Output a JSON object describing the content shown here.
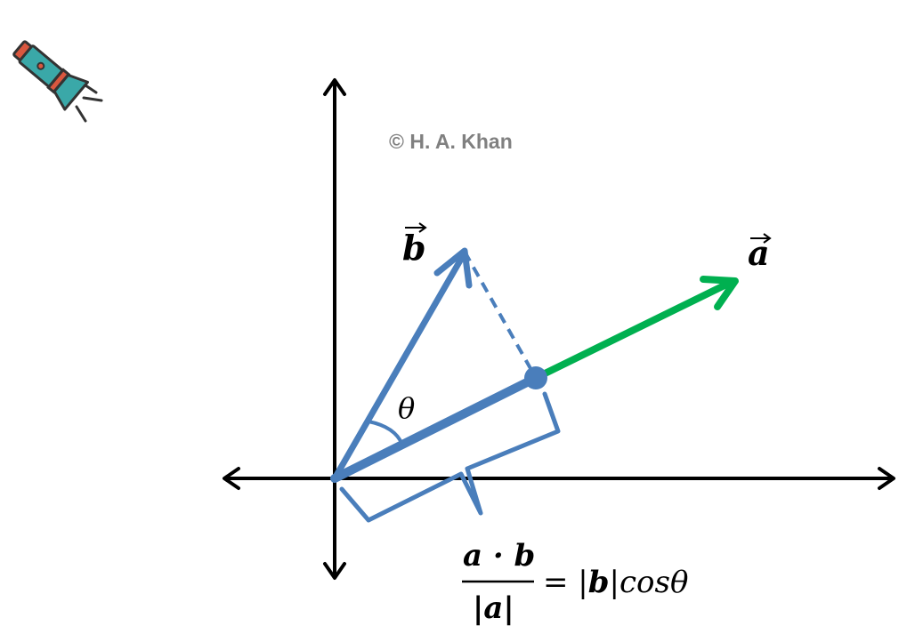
{
  "copyright": "© H. A. Khan",
  "vector_b_label": "b",
  "vector_a_label": "a",
  "angle_label": "θ",
  "formula": {
    "numerator": "a · b",
    "denominator": "|a|",
    "rhs_prefix": "= |",
    "rhs_bold": "b",
    "rhs_suffix": "|cosθ"
  },
  "colors": {
    "axes": "#000000",
    "vector_b": "#4a7ebb",
    "vector_a": "#00b050",
    "text_gray": "#808080"
  },
  "icons": {
    "corner": "flashlight-icon"
  }
}
